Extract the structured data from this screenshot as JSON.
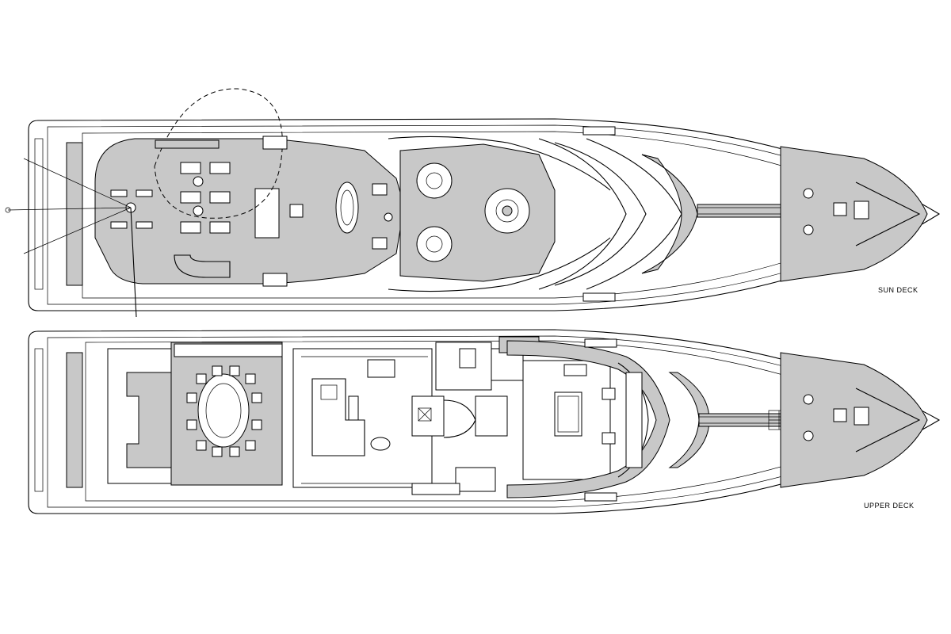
{
  "decks": [
    {
      "id": "sun",
      "label": "SUN DECK"
    },
    {
      "id": "upper",
      "label": "UPPER DECK"
    }
  ],
  "colors": {
    "line": "#000000",
    "deck_fill": "#c8c8c8",
    "background": "#ffffff"
  }
}
